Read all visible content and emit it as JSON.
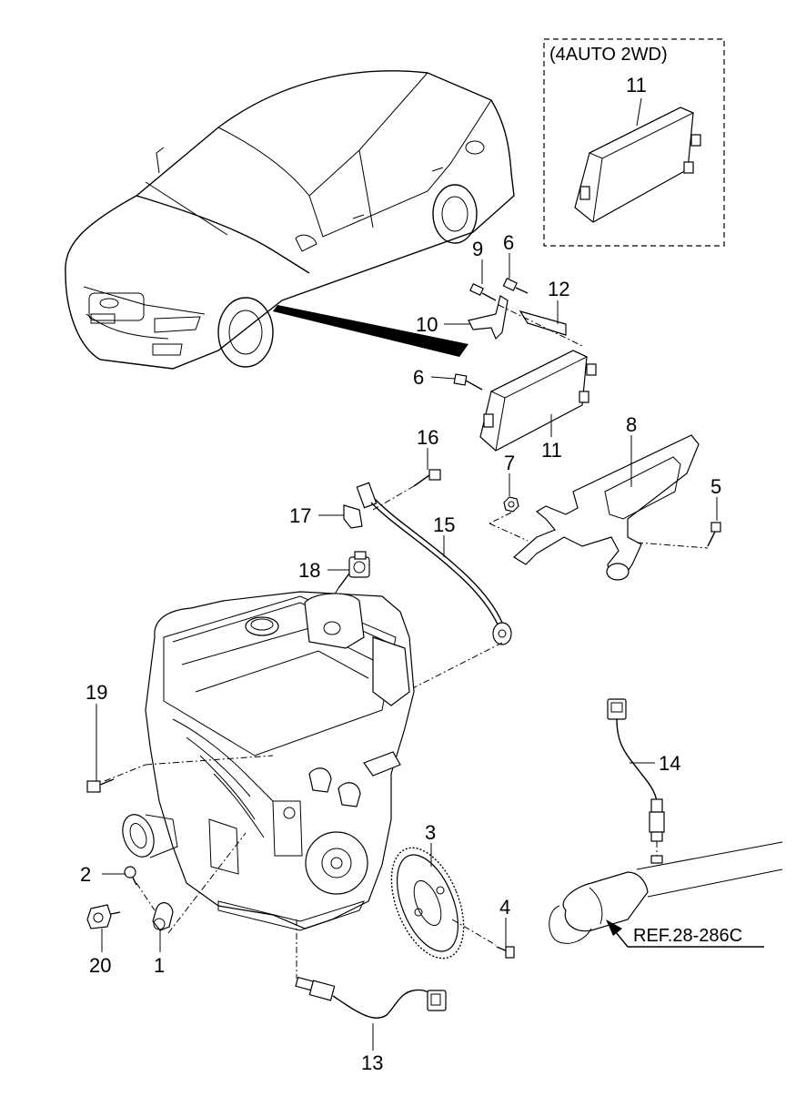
{
  "diagram": {
    "variant_label": "(4AUTO 2WD)",
    "ref_label": "REF.28-286C",
    "callouts": [
      "11",
      "9",
      "6",
      "12",
      "10",
      "6",
      "11",
      "16",
      "8",
      "7",
      "5",
      "17",
      "15",
      "18",
      "19",
      "14",
      "3",
      "2",
      "4",
      "20",
      "1",
      "13"
    ]
  }
}
